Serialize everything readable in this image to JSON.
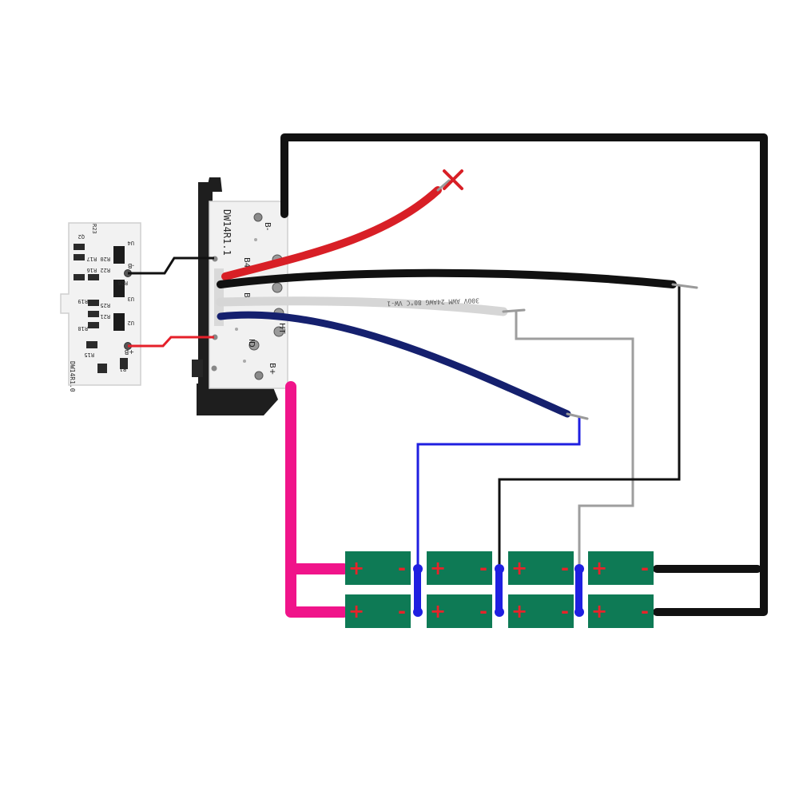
{
  "colors": {
    "background": "#ffffff",
    "cell_fill": "#0e7a55",
    "cell_sign": "#e8232a",
    "pcb": "#f2f2f2",
    "wire_black": "#111111",
    "wire_red": "#d81f26",
    "wire_gray": "#9e9e9e",
    "wire_blue": "#1f1fe0",
    "wire_navy": "#15206e",
    "wire_magenta": "#f0148a",
    "unconnected_mark": "#d81f26"
  },
  "main_board": {
    "label": "DW14R1.1",
    "pads": {
      "b_minus": "B-",
      "b4": "B4",
      "b2": "B2",
      "ht": "HT",
      "id": "ID",
      "b_plus": "B+"
    }
  },
  "side_board": {
    "label": "DW14R1.0",
    "pads": {
      "b_minus": "-B",
      "b_plus": "+B"
    },
    "components": [
      "Q2",
      "R23",
      "R20 R17",
      "R22 R16",
      "R19",
      "R18",
      "R21",
      "R25",
      "R26",
      "U4",
      "U3",
      "U2",
      "R15",
      "R1"
    ]
  },
  "wire_print": "300V AWM 24AWG 80°C VW-1",
  "cells": {
    "positive": "+",
    "negative": "-",
    "rows": [
      [
        "cell-1a",
        "cell-2a",
        "cell-3a",
        "cell-4a"
      ],
      [
        "cell-1b",
        "cell-2b",
        "cell-3b",
        "cell-4b"
      ]
    ]
  },
  "icons": {
    "unconnected": "cross-icon"
  }
}
